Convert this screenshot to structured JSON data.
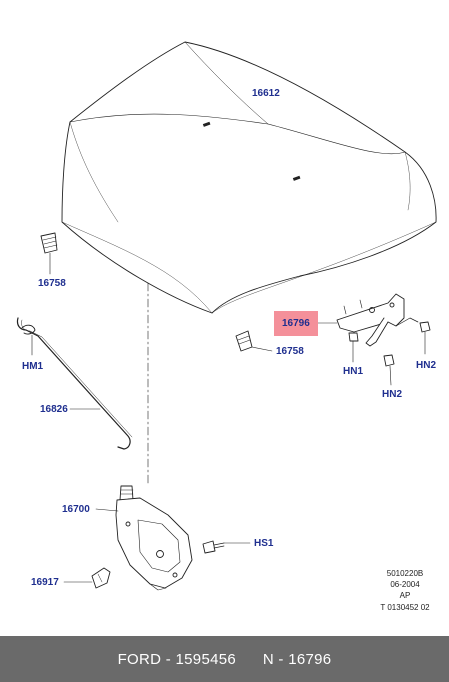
{
  "callouts": {
    "hood": "16612",
    "bumper_left": "16758",
    "hinge": "16796",
    "bumper_right": "16758",
    "clip_hm1": "HM1",
    "prop_rod": "16826",
    "nut_hn1": "HN1",
    "bolt_hn2_lower": "HN2",
    "bolt_hn2_right": "HN2",
    "latch": "16700",
    "screw_hs1": "HS1",
    "release_16917": "16917"
  },
  "reference": {
    "code": "5010220B",
    "date": "06-2004",
    "region": "AP",
    "doc": "T 0130452 02"
  },
  "footer": {
    "brand_part": "FORD - 1595456",
    "oem": "N - 16796"
  },
  "colors": {
    "callout_text": "#1f2f8f",
    "highlight": "#f4909a",
    "footer_bg": "#6a6a6a"
  }
}
